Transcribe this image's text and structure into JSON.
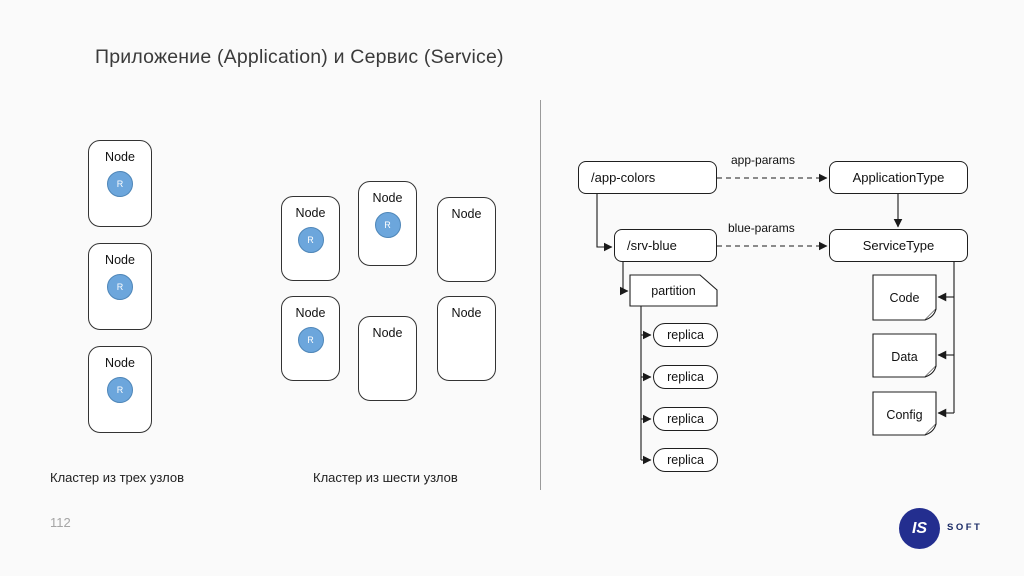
{
  "slide": {
    "title": "Приложение (Application) и Сервис (Service)"
  },
  "cluster3": {
    "caption": "Кластер из трех узлов",
    "nodes": [
      {
        "label": "Node",
        "badge": "R"
      },
      {
        "label": "Node",
        "badge": "R"
      },
      {
        "label": "Node",
        "badge": "R"
      }
    ]
  },
  "cluster6": {
    "caption": "Кластер из шести узлов",
    "nodes": [
      {
        "label": "Node",
        "badge": "R"
      },
      {
        "label": "Node",
        "badge": "R"
      },
      {
        "label": "Node",
        "badge": "R"
      },
      {
        "label": "Node"
      },
      {
        "label": "Node"
      },
      {
        "label": "Node"
      }
    ]
  },
  "diagram": {
    "app_node": "/app-colors",
    "application_type": "ApplicationType",
    "app_edge_label": "app-params",
    "srv_node": "/srv-blue",
    "service_type": "ServiceType",
    "srv_edge_label": "blue-params",
    "partition_label": "partition",
    "replicas": [
      "replica",
      "replica",
      "replica",
      "replica"
    ],
    "artifacts": [
      "Code",
      "Data",
      "Config"
    ]
  },
  "footer": {
    "page_number": "112",
    "logo_circle": "IS",
    "logo_brand": "SOFT"
  },
  "colors": {
    "background": "#FAFAFA",
    "replica_badge_fill": "#6CA6DC",
    "replica_badge_border": "#4E86B8",
    "diagram_line": "#1A1A1A",
    "logo_circle": "#232E8F",
    "logo_text": "#1B2B66"
  }
}
